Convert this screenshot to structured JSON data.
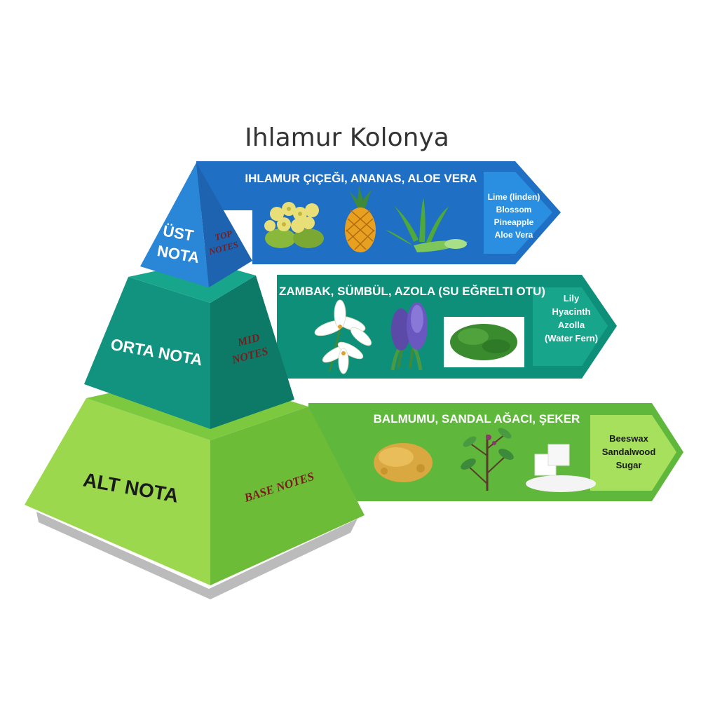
{
  "title": "Ihlamur Kolonya",
  "tiers": [
    {
      "id": "top",
      "tr_label": [
        "ÜST",
        "NOTA"
      ],
      "en_label": [
        "TOP",
        "NOTES"
      ],
      "band_title": "IHLAMUR ÇIÇEĞI, ANANAS, ALOE VERA",
      "arrow_lines": [
        "Lime (linden)",
        "Blossom",
        "Pineapple",
        "Aloe Vera"
      ],
      "ingredient_icons": [
        "linden-blossom-icon",
        "pineapple-icon",
        "aloe-vera-icon"
      ],
      "colors": {
        "band": "#1f6fc4",
        "arrow": "#2a8fe0",
        "face_front": "#2a86d6",
        "face_side": "#1e63b0"
      }
    },
    {
      "id": "mid",
      "tr_label": [
        "ORTA NOTA"
      ],
      "en_label": [
        "MID",
        "NOTES"
      ],
      "band_title": "ZAMBAK, SÜMBÜL, AZOLA (SU EĞRELTI OTU)",
      "arrow_lines": [
        "Lily",
        "Hyacinth",
        "Azolla",
        "(Water Fern)"
      ],
      "ingredient_icons": [
        "lily-flower-icon",
        "hyacinth-icon",
        "azolla-fern-icon"
      ],
      "colors": {
        "band": "#0e8f7a",
        "arrow": "#17a58c",
        "face_front": "#129380",
        "face_side": "#0d7a68"
      }
    },
    {
      "id": "base",
      "tr_label": [
        "ALT NOTA"
      ],
      "en_label": [
        "BASE NOTES"
      ],
      "band_title": "BALMUMU, SANDAL AĞACI, ŞEKER",
      "arrow_lines": [
        "Beeswax",
        "Sandalwood",
        "Sugar"
      ],
      "ingredient_icons": [
        "beeswax-icon",
        "sandalwood-icon",
        "sugar-cubes-icon"
      ],
      "colors": {
        "band": "#5fb83c",
        "arrow": "#a6e05c",
        "face_front": "#9bd84e",
        "face_side": "#6dbc38"
      }
    }
  ]
}
